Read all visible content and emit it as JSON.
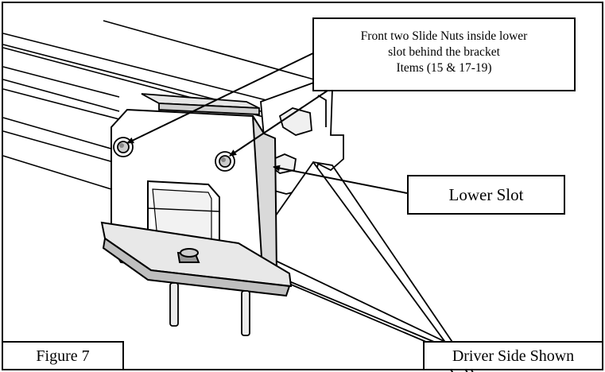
{
  "callouts": {
    "slide_nuts": {
      "line1": "Front two Slide Nuts inside lower",
      "line2": "slot behind the bracket",
      "line3": "Items (15 & 17-19)"
    },
    "lower_slot": "Lower Slot"
  },
  "labels": {
    "figure": "Figure 7",
    "side": "Driver Side Shown"
  },
  "colors": {
    "line": "#000000",
    "background": "#ffffff",
    "shade": "#d9d9d9"
  }
}
